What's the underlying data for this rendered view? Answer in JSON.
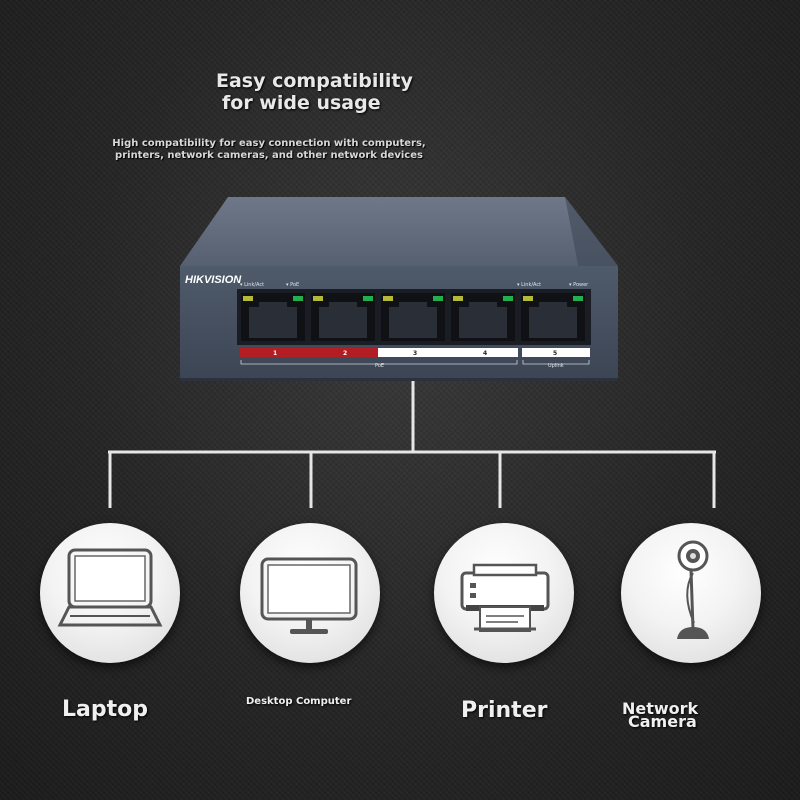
{
  "headline": {
    "line1": "Easy compatibility",
    "line2": "for wide usage"
  },
  "subline": {
    "line1": "High compatibility for easy connection with computers,",
    "line2": "printers, network cameras, and other network devices"
  },
  "switch": {
    "brand": "HIKVISION",
    "label_linkact_left": "Link/Act",
    "label_poe_top": "PoE",
    "label_linkact_right": "Link/Act",
    "label_power": "Power",
    "ports": [
      "1",
      "2",
      "3",
      "4",
      "5"
    ],
    "poe_caption": "PoE",
    "uplink_caption": "Uplink",
    "colors": {
      "body": "#5c6675",
      "face": "#465061",
      "poe_port_band": "#b21e24"
    }
  },
  "devices": [
    {
      "label": "Laptop",
      "icon": "laptop-icon"
    },
    {
      "label": "Desktop Computer",
      "icon": "monitor-icon"
    },
    {
      "label": "Printer",
      "icon": "printer-icon"
    },
    {
      "label_line1": "Network",
      "label_line2": "Camera",
      "icon": "webcam-icon"
    }
  ]
}
